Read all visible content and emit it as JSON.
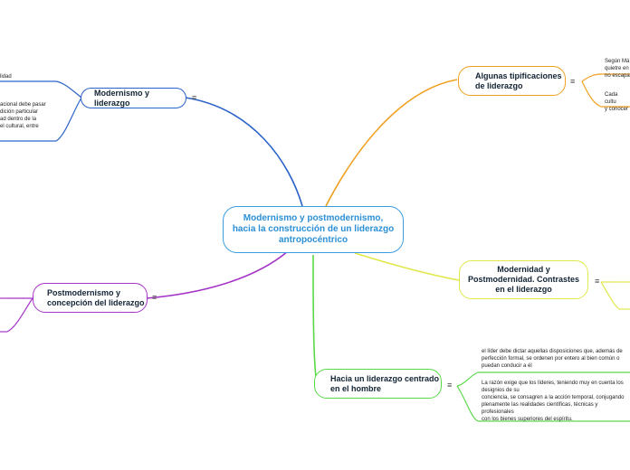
{
  "center": {
    "lines": [
      "Modernismo y postmodernismo,",
      "hacia la construcción de un liderazgo",
      "antropocéntrico"
    ]
  },
  "topics": {
    "modernismo": {
      "label": "Modernismo y liderazgo"
    },
    "tipificaciones": {
      "lines": [
        "Algunas tipificaciones",
        "de liderazgo"
      ]
    },
    "modernidad": {
      "lines": [
        "Modernidad y",
        "Postmodernidad. Contrastes",
        "en el liderazgo"
      ]
    },
    "hacia": {
      "lines": [
        "Hacia un liderazgo centrado",
        "en el hombre"
      ]
    },
    "postmodernismo": {
      "lines": [
        "Postmodernismo y",
        "concepción del liderazgo"
      ]
    }
  },
  "menu_glyph": "≡",
  "notes": {
    "mod_1": "lidad",
    "mod_2": "acional debe pasar\ndición particular\nad dentro de la\nel cultural, entre",
    "tip_1": "Según Má\nquietre en\nno escapa",
    "tip_2": "Cada cultu\ny conocer",
    "hacia_1": "el líder debe dictar aquellas disposiciones que, además de\nperfección formal, se ordenen por entero al bien común o\npuedan conducir a él",
    "hacia_2": "La razón exige que los líderes, teniendo muy en cuenta los\ndesignios de su\n conciencia, se consagren a la acción temporal, conjugando\nplenamente las realidades científicas, técnicas y profesionales\ncon los bienes superiores del espíritu."
  },
  "colors": {
    "center": "#3c9de0",
    "modernismo": "#2b63c9",
    "tipificaciones": "#f0a020",
    "modernidad": "#e0e84a",
    "hacia": "#5ad84a",
    "postmodernismo": "#a434c8"
  }
}
